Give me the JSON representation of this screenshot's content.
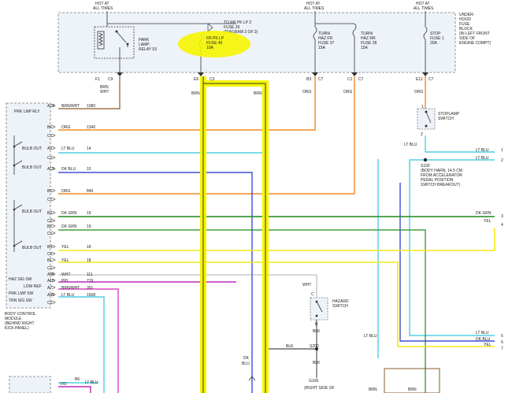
{
  "colors": {
    "orange": "#f08a24",
    "brown": "#8b5a2b",
    "ltblue": "#2ec8dc",
    "dkblue": "#1a2fd0",
    "dkgreen": "#1c8a1c",
    "yellow": "#f0e818",
    "purple": "#b200b2",
    "pink": "#e040c8",
    "highlight": "#f5f500"
  },
  "fuse_block": {
    "hot_at_all_times": [
      "HOT AT",
      "ALL TIMES"
    ],
    "title": [
      "UNDER-",
      "HOOD",
      "FUSE",
      "BLOCK",
      "(IN LEFT FRONT",
      "SIDE OF",
      "ENGINE COMPT)"
    ],
    "relay": [
      "PARK",
      "LAMP",
      "RELAY 53"
    ],
    "to_rr": [
      "TO RR PK LP 2",
      "FUSE 29",
      "(DIAGRAM 2 OF 2)"
    ],
    "fr_pk_lp": [
      "FR PK LP",
      "FUSE 40",
      "10A"
    ],
    "turn_fr": [
      "TURN/",
      "HAZ FR",
      "FUSE 37",
      "15A"
    ],
    "turn_rr": [
      "TURN/",
      "HAZ RR",
      "FUSE 28",
      "15A"
    ],
    "stop": [
      "STOP",
      "FUSE 1",
      "20A"
    ]
  },
  "connectors": {
    "f1": "F1",
    "c9": "C9",
    "e6": "E6",
    "c3": "C3",
    "b3": "B3",
    "c7a": "C7",
    "c1": "C1",
    "c7b": "C7",
    "e11": "E11",
    "c7c": "C7"
  },
  "wires_top": {
    "brn_wht": [
      "BRN",
      "WHT"
    ],
    "brn_left": "BRN",
    "brn_right": "BRN",
    "org_1": "ORG",
    "org_2": "ORG",
    "org_3": "ORG"
  },
  "stoplamp": {
    "pin1": "1",
    "pin2": "2",
    "label": [
      "STOPLAMP",
      "SWITCH"
    ],
    "ltblu": "LT BLU"
  },
  "splice_s100": [
    "S100",
    "(BODY HARN, 14.5 CM",
    "FROM ACCELERATOR",
    "PEDAL POSITION",
    "SWITCH BREAKOUT)"
  ],
  "bcm": {
    "prk_lmp_rly": "PRK LMP RLY",
    "bulb_out": [
      "BULB OUT",
      "BULB OUT",
      "BULB OUT",
      "BULB OUT"
    ],
    "haz_sig_sw": "HAZ SIG SW",
    "low_ref": "LOW REF",
    "prk_lmp_sw": "PRK LMP SW",
    "trn_sig_sw": "TRN SIG SW",
    "title": [
      "BODY CONTROL",
      "MODULE",
      "(BEHIND RIGHT",
      "KICK PANEL)"
    ]
  },
  "pins": [
    {
      "pin": "A24",
      "color": "BRN/WHT",
      "circuit": "1080"
    },
    {
      "pin": "B6",
      "color": "ORG",
      "circuit": "1340"
    },
    {
      "pin": "C1",
      "color": "",
      "circuit": ""
    },
    {
      "pin": "A3",
      "color": "LT BLU",
      "circuit": "14"
    },
    {
      "pin": "C1",
      "color": "",
      "circuit": ""
    },
    {
      "pin": "A19",
      "color": "DK BLU",
      "circuit": "15"
    },
    {
      "pin": "B5",
      "color": "ORG",
      "circuit": "840"
    },
    {
      "pin": "C1",
      "color": "",
      "circuit": ""
    },
    {
      "pin": "B3",
      "color": "DK GRN",
      "circuit": "19"
    },
    {
      "pin": "C2",
      "color": "",
      "circuit": ""
    },
    {
      "pin": "B2",
      "color": "DK GRN",
      "circuit": "19"
    },
    {
      "pin": "C1",
      "color": "",
      "circuit": ""
    },
    {
      "pin": "B4",
      "color": "YEL",
      "circuit": "18"
    },
    {
      "pin": "C2",
      "color": "",
      "circuit": ""
    },
    {
      "pin": "B1",
      "color": "YEL",
      "circuit": "18"
    },
    {
      "pin": "C1",
      "color": "",
      "circuit": ""
    },
    {
      "pin": "A46",
      "color": "WHT",
      "circuit": "111"
    },
    {
      "pin": "A10",
      "color": "PPL",
      "circuit": "719"
    },
    {
      "pin": "A7",
      "color": "BRN/WHT",
      "circuit": "301"
    },
    {
      "pin": "A45",
      "color": "LT BLU",
      "circuit": "1508"
    },
    {
      "pin": "C2",
      "color": "",
      "circuit": ""
    }
  ],
  "right_labels": [
    {
      "color": "LT BLU",
      "num": "1"
    },
    {
      "color": "LT BLU",
      "num": "2"
    },
    {
      "color": "DK GRN",
      "num": "3"
    },
    {
      "color": "YEL",
      "num": "4"
    },
    {
      "color": "LT BLU",
      "num": "5"
    },
    {
      "color": "DK BLU",
      "num": "6"
    },
    {
      "color": "YEL",
      "num": "7"
    }
  ],
  "hazard": {
    "wht": "WHT",
    "pin_c": "C",
    "label": [
      "HAZARD",
      "SWITCH"
    ],
    "pin_b": "B",
    "blk": "BLK",
    "blk2": "BLK",
    "s200": "S200",
    "ltblu": "LT BLU"
  },
  "bottom": {
    "dk_blu": [
      "DK",
      "BLU"
    ],
    "g106": "G106",
    "g106_sub": "(RIGHT SIDE OF",
    "vio": "VIO",
    "b6": "B6",
    "ltblu": "LT BLU",
    "brn": "BRN",
    "brn2": "BRN"
  }
}
